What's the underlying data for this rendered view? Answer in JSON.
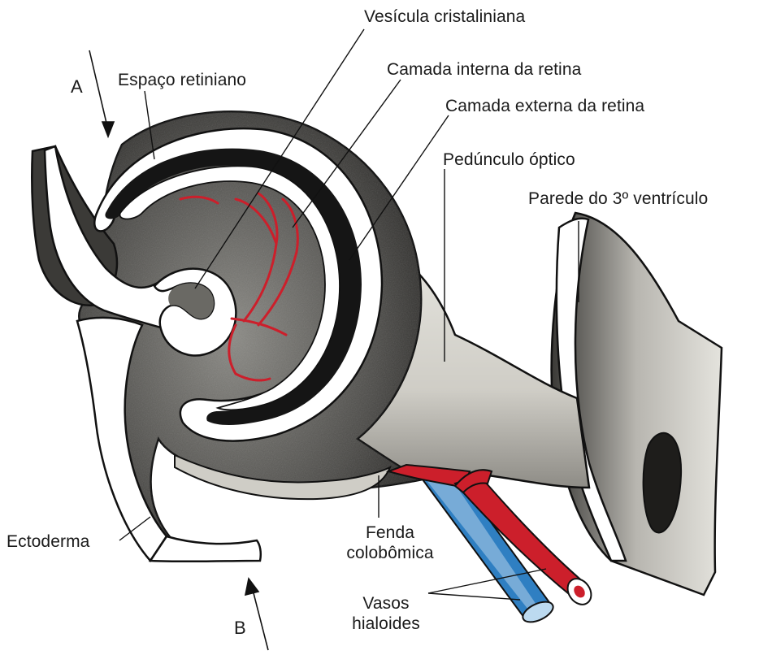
{
  "labels": {
    "vesicula_cristaliniana": "Vesícula cristaliniana",
    "espaco_retiniano": "Espaço retiniano",
    "camada_interna": "Camada interna da retina",
    "camada_externa": "Camada externa da retina",
    "pedunculo_optico": "Pedúnculo óptico",
    "parede_3_ventriculo": "Parede do 3º ventrículo",
    "ectoderma": "Ectoderma",
    "fenda_line1": "Fenda",
    "fenda_line2": "colobômica",
    "vasos_line1": "Vasos",
    "vasos_line2": "hialoides",
    "arrow_a": "A",
    "arrow_b": "B"
  },
  "colors": {
    "tissue_fill": "#d9d8d2",
    "tissue_dark": "#1c1c1c",
    "cut_surface": "#ffffff",
    "artery": "#cc1f2b",
    "vein": "#2f7fc2",
    "outline": "#111111"
  }
}
